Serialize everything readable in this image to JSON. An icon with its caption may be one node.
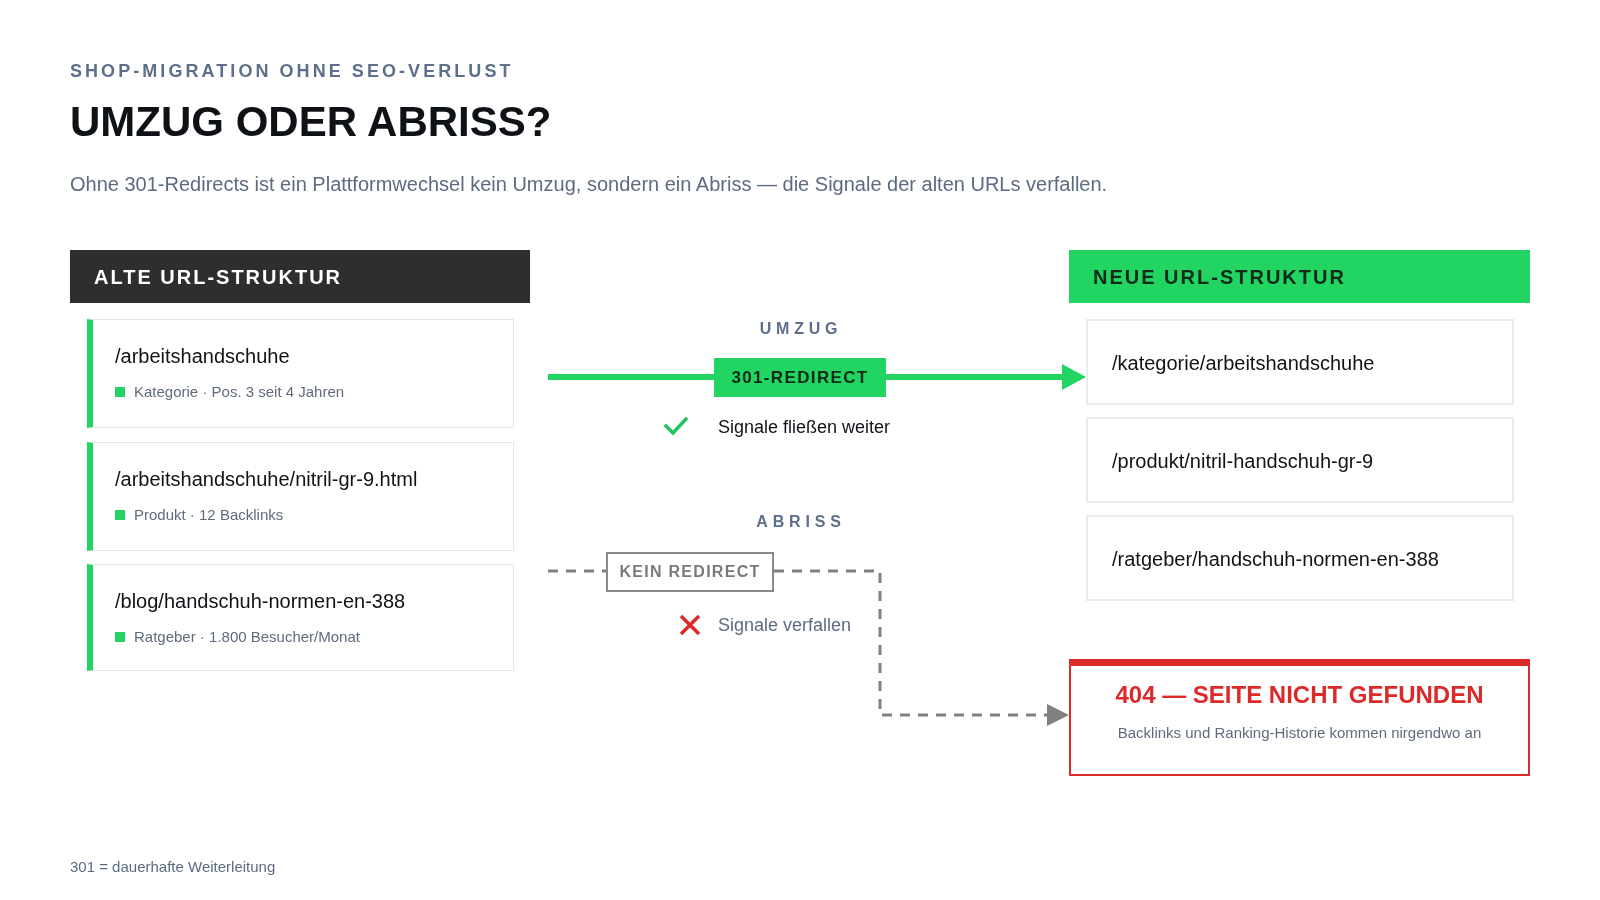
{
  "diagram": {
    "title": "UMZUG ODER ABRISS?",
    "caption": "301 = dauerhafte Weiterleitung",
    "nodes": [
      {
        "text": [
          "ALTE URL-STRUKTUR"
        ]
      },
      {
        "text": [
          "/arbeitshandschuhe",
          "Kategorie · Pos. 3 seit 4 Jahren"
        ]
      },
      {
        "text": [
          "/arbeitshandschuhe/nitril-gr-9.html",
          "Produkt · 12 Backlinks"
        ]
      },
      {
        "text": [
          "/blog/handschuh-normen-en-388",
          "Ratgeber · 1.800 Besucher/Monat"
        ]
      },
      {
        "text": [
          "301-REDIRECT"
        ]
      },
      {
        "text": [
          "KEIN REDIRECT"
        ]
      },
      {
        "text": [
          "NEUE URL-STRUKTUR"
        ]
      },
      {
        "text": [
          "/kategorie/arbeitshandschuhe"
        ]
      },
      {
        "text": [
          "/produkt/nitril-handschuh-gr-9"
        ]
      },
      {
        "text": [
          "/ratgeber/handschuh-normen-en-388"
        ]
      },
      {
        "text": [
          "404 — SEITE NICHT GEFUNDEN",
          "Backlinks und Ranking-Historie kommen nirgendwo an"
        ]
      }
    ],
    "edges": [
      {
        "from": null,
        "to": 4,
        "arrow": "none",
        "style": "thick",
        "color": "#22d462"
      },
      {
        "from": 4,
        "to": 7,
        "arrow": "to",
        "style": "thick",
        "color": "#22d462"
      },
      {
        "from": null,
        "to": 5,
        "arrow": "none",
        "style": "dashed",
        "color": "#808080"
      },
      {
        "from": 5,
        "to": 10,
        "arrow": "to",
        "style": "dashed",
        "color": "#808080"
      }
    ],
    "labels": [
      "SHOP-MIGRATION OHNE SEO-VERLUST",
      "Ohne 301-Redirects ist ein Plattformwechsel kein Umzug, sondern ein Abriss — die Signale der alten URLs verfallen.",
      "UMZUG",
      "Signale fließen weiter",
      "ABRISS",
      "Signale verfallen"
    ]
  }
}
